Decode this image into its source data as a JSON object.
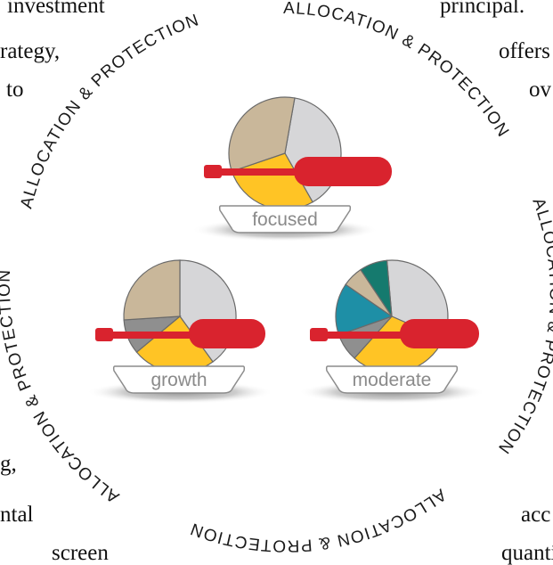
{
  "background_text": {
    "top_left": "investment",
    "left_line2": "rategy,",
    "left_line3": "to",
    "bottom_left1": "g,",
    "bottom_left2": "ntal",
    "bottom_left3": "screen",
    "top_right": "principal.",
    "right_line2": "offers",
    "right_line3": "ov",
    "bottom_right1": "acc",
    "bottom_right2": "quanti"
  },
  "ring": {
    "label": "ALLOCATION & PROTECTION"
  },
  "portfolios": [
    {
      "name": "focused",
      "slices": [
        {
          "share": 0.39,
          "color": "#d6d6d8"
        },
        {
          "share": 0.28,
          "color": "#ffc425"
        },
        {
          "share": 0.33,
          "color": "#c9b79a"
        }
      ]
    },
    {
      "name": "growth",
      "slices": [
        {
          "share": 0.4,
          "color": "#d6d6d8"
        },
        {
          "share": 0.24,
          "color": "#ffc425"
        },
        {
          "share": 0.1,
          "color": "#8f8f8f"
        },
        {
          "share": 0.26,
          "color": "#c9b79a"
        }
      ]
    },
    {
      "name": "moderate",
      "slices": [
        {
          "share": 0.33,
          "color": "#d6d6d8"
        },
        {
          "share": 0.3,
          "color": "#ffc425"
        },
        {
          "share": 0.08,
          "color": "#8f8f8f"
        },
        {
          "share": 0.15,
          "color": "#1e8fa6"
        },
        {
          "share": 0.06,
          "color": "#c9b79a"
        },
        {
          "share": 0.08,
          "color": "#157a6e"
        }
      ]
    }
  ],
  "colors": {
    "screwdriver": "#d9232e",
    "plate_fill": "#ffffff",
    "plate_stroke": "#8c8c8c",
    "shadow": "#9a9a9a"
  }
}
